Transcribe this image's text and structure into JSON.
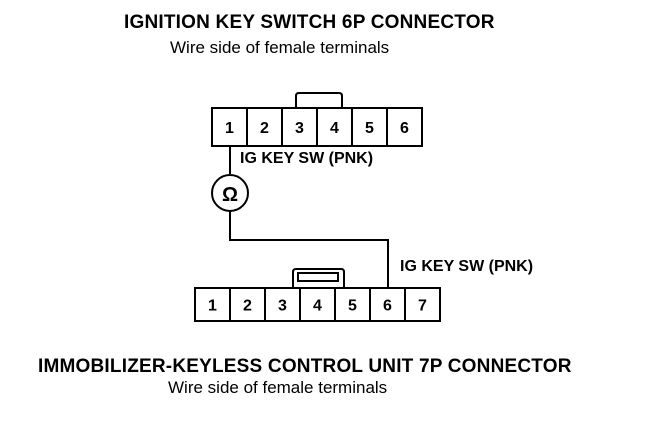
{
  "diagram": {
    "top_connector": {
      "title": "IGNITION KEY SWITCH 6P CONNECTOR",
      "subtitle": "Wire side of female terminals",
      "pins": [
        "1",
        "2",
        "3",
        "4",
        "5",
        "6"
      ],
      "wire_label": "IG KEY SW (PNK)"
    },
    "bottom_connector": {
      "title": "IMMOBILIZER-KEYLESS CONTROL UNIT 7P CONNECTOR",
      "subtitle": "Wire side of female terminals",
      "pins": [
        "1",
        "2",
        "3",
        "4",
        "5",
        "6",
        "7"
      ],
      "wire_label": "IG KEY SW (PNK)"
    },
    "meter_symbol": "Ω"
  }
}
